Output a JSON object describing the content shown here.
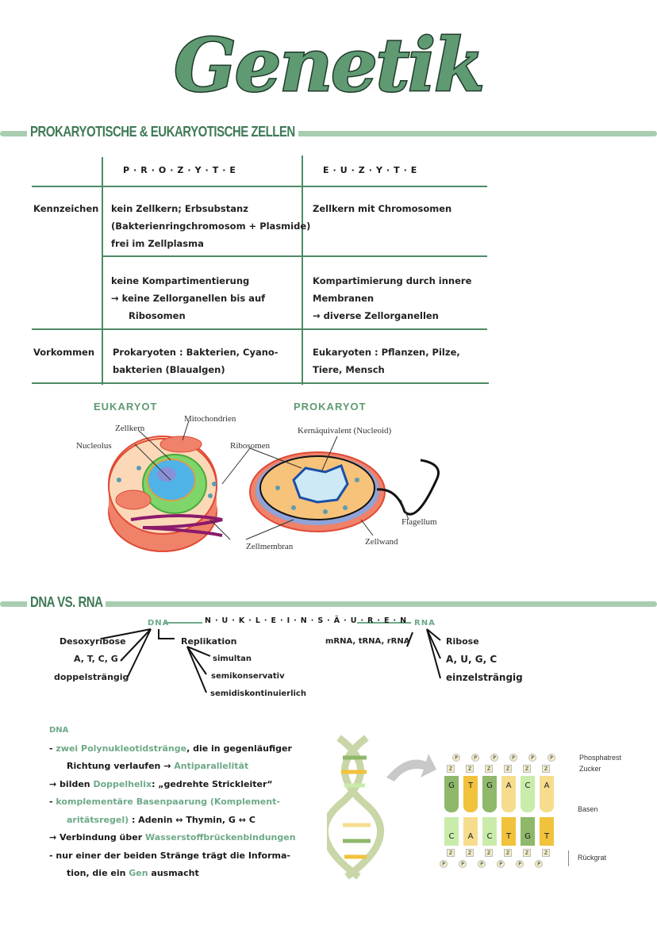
{
  "title": "Genetik",
  "section1": {
    "heading": "PROKARYOTISCHE & EUKARYOTISCHE ZELLEN",
    "table": {
      "columns": [
        "P·R·O·Z·Y·T·E",
        "E·U·Z·Y·T·E"
      ],
      "rows": [
        {
          "label": "Kennzeichen",
          "procyte": [
            "kein Zellkern; Erbsubstanz",
            "(Bakterienringchromosom + Plasmide)",
            "frei im Zellplasma"
          ],
          "eucyte": [
            "Zellkern mit Chromosomen"
          ]
        },
        {
          "label": "",
          "procyte": [
            "keine Kompartimentierung",
            "→ keine Zellorganellen bis auf",
            "Ribosomen"
          ],
          "eucyte": [
            "Kompartimierung durch innere",
            "Membranen",
            "→ diverse Zellorganellen"
          ]
        },
        {
          "label": "Vorkommen",
          "procyte": [
            "Prokaryoten : Bakterien, Cyano-",
            "bakterien (Blaualgen)"
          ],
          "eucyte": [
            "Eukaryoten : Pflanzen, Pilze,",
            "Tiere, Mensch"
          ]
        }
      ]
    },
    "diagram": {
      "eukaryot_caption": "EUKARYOT",
      "prokaryot_caption": "PROKARYOT",
      "labels": {
        "mitochondrien": "Mitochondrien",
        "zellkern": "Zellkern",
        "nucleolus": "Nucleolus",
        "ribosomen": "Ribosomen",
        "kernaequivalent": "Kernäquivalent (Nucleoid)",
        "flagellum": "Flagellum",
        "zellwand": "Zellwand",
        "zellmembran": "Zellmembran"
      }
    }
  },
  "section2": {
    "heading": "DNA VS. RNA",
    "map": {
      "dna": "DNA",
      "center": "N·U·K·L·E·I·N·S·Ä·U·R·E·N",
      "rna": "RNA",
      "dna_props": [
        "Desoxyribose",
        "A, T, C, G",
        "doppelsträngig"
      ],
      "replikation": "Replikation",
      "replikation_props": [
        "simultan",
        "semikonservativ",
        "semidiskontinuierlich"
      ],
      "rna_types": "mRNA, tRNA, rRNA",
      "rna_props": [
        "Ribose",
        "A, U, G, C",
        "einzelsträngig"
      ]
    },
    "dna_notes": {
      "heading": "DNA",
      "l1a": "zwei Polynukleotidstränge",
      "l1b": ", die in gegenläufiger",
      "l2a": "Richtung verlaufen → ",
      "l2b": "Antiparallelität",
      "l3a": "bilden ",
      "l3b": "Doppelhelix",
      "l3c": ": „gedrehte Strickleiter“",
      "l4a": "komplementäre Basenpaarung (Komplement-",
      "l5a": "aritätsregel)",
      "l5b": " : Adenin ↔ Thymin, G ↔ C",
      "l6a": "Verbindung über ",
      "l6b": "Wasserstoffbrückenbindungen",
      "l7": "nur einer der beiden Stränge trägt die Informa-",
      "l8a": "tion, die ein ",
      "l8b": "Gen",
      "l8c": " ausmacht"
    },
    "strand_diagram": {
      "top_bases": [
        "G",
        "T",
        "G",
        "A",
        "C",
        "A"
      ],
      "bottom_bases": [
        "C",
        "A",
        "C",
        "T",
        "G",
        "T"
      ],
      "phosphate_symbol": "P",
      "sugar_symbol": "Z",
      "labels": {
        "phosphat": "Phosphatrest",
        "zucker": "Zucker",
        "basen": "Basen",
        "rueckgrat": "Rückgrat"
      }
    }
  },
  "colors": {
    "accent": "#6ea988",
    "bar": "#a9cdb1",
    "line": "#4e8a66",
    "A": "#f6dd8e",
    "T": "#f1c23b",
    "G": "#8fb86a",
    "C": "#c9ecaa"
  }
}
